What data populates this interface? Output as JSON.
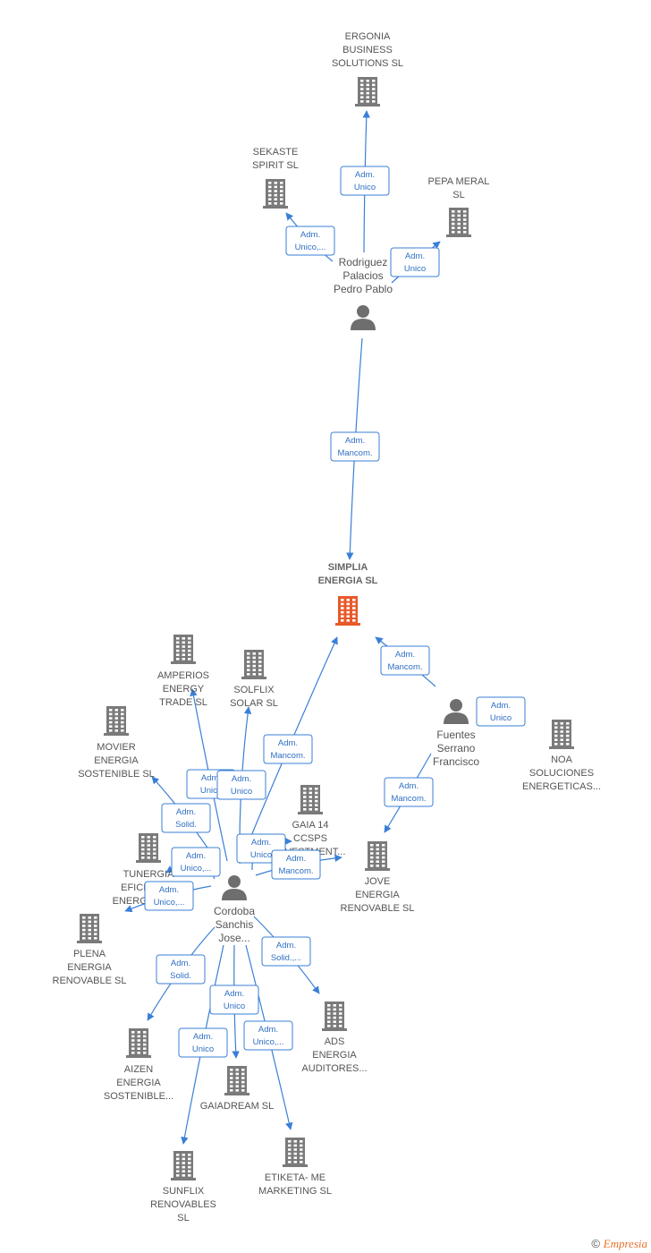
{
  "colors": {
    "company": "#7a7a7a",
    "main_company": "#e8592b",
    "person": "#6e6e6e",
    "edge": "#3a7fd6"
  },
  "nodes": [
    {
      "id": "ergonia",
      "type": "company",
      "label": [
        "ERGONIA",
        "BUSINESS",
        "SOLUTIONS SL"
      ]
    },
    {
      "id": "sekaste",
      "type": "company",
      "label": [
        "SEKASTE",
        "SPIRIT  SL"
      ]
    },
    {
      "id": "pepameral",
      "type": "company",
      "label": [
        "PEPA MERAL",
        "SL"
      ]
    },
    {
      "id": "rodriguez",
      "type": "person",
      "label": [
        "Rodriguez",
        "Palacios",
        "Pedro Pablo"
      ]
    },
    {
      "id": "simplia",
      "type": "main",
      "label": [
        "SIMPLIA",
        "ENERGIA  SL"
      ]
    },
    {
      "id": "amperios",
      "type": "company",
      "label": [
        "AMPERIOS",
        "ENERGY",
        "TRADE  SL"
      ]
    },
    {
      "id": "solflix",
      "type": "company",
      "label": [
        "SOLFLIX",
        "SOLAR  SL"
      ]
    },
    {
      "id": "movier",
      "type": "company",
      "label": [
        "MOVIER",
        "ENERGIA",
        "SOSTENIBLE  SL"
      ]
    },
    {
      "id": "fuentes",
      "type": "person",
      "label": [
        "Fuentes",
        "Serrano",
        "Francisco"
      ]
    },
    {
      "id": "noa",
      "type": "company",
      "label": [
        "NOA",
        "SOLUCIONES",
        "ENERGETICAS..."
      ]
    },
    {
      "id": "gaia",
      "type": "company",
      "label": [
        "GAIA 14",
        "CCSPS",
        "INVESTMENT..."
      ]
    },
    {
      "id": "tunergia",
      "type": "company",
      "label": [
        "TUNERGIA",
        "EFICIENCIA",
        "ENERGETICA..."
      ]
    },
    {
      "id": "jove",
      "type": "company",
      "label": [
        "JOVE",
        "ENERGIA",
        "RENOVABLE  SL"
      ]
    },
    {
      "id": "plena",
      "type": "company",
      "label": [
        "PLENA",
        "ENERGIA",
        "RENOVABLE  SL"
      ]
    },
    {
      "id": "cordoba",
      "type": "person",
      "label": [
        "Cordoba",
        "Sanchis",
        "Jose..."
      ]
    },
    {
      "id": "ads",
      "type": "company",
      "label": [
        "ADS",
        "ENERGIA",
        "AUDITORES..."
      ]
    },
    {
      "id": "aizen",
      "type": "company",
      "label": [
        "AIZEN",
        "ENERGIA",
        "SOSTENIBLE..."
      ]
    },
    {
      "id": "gaiadream",
      "type": "company",
      "label": [
        "GAIADREAM  SL"
      ]
    },
    {
      "id": "sunflix",
      "type": "company",
      "label": [
        "SUNFLIX",
        "RENOVABLES",
        "SL"
      ]
    },
    {
      "id": "etiketa",
      "type": "company",
      "label": [
        "ETIKETA- ME",
        "MARKETING  SL"
      ]
    }
  ],
  "edges": [
    {
      "from": "rodriguez",
      "to": "ergonia",
      "label": [
        "Adm.",
        "Unico"
      ]
    },
    {
      "from": "rodriguez",
      "to": "sekaste",
      "label": [
        "Adm.",
        "Unico,..."
      ]
    },
    {
      "from": "rodriguez",
      "to": "pepameral",
      "label": [
        "Adm.",
        "Unico"
      ]
    },
    {
      "from": "rodriguez",
      "to": "simplia",
      "label": [
        "Adm.",
        "Mancom."
      ]
    },
    {
      "from": "cordoba",
      "to": "simplia",
      "label": [
        "Adm.",
        "Mancom."
      ]
    },
    {
      "from": "fuentes",
      "to": "simplia",
      "label": [
        "Adm.",
        "Mancom."
      ]
    },
    {
      "from": "fuentes",
      "to": "noa",
      "label": [
        "Adm.",
        "Unico"
      ]
    },
    {
      "from": "fuentes",
      "to": "jove",
      "label": [
        "Adm.",
        "Mancom."
      ]
    },
    {
      "from": "cordoba",
      "to": "amperios",
      "label": [
        "Adm.",
        "Unico"
      ]
    },
    {
      "from": "cordoba",
      "to": "solflix",
      "label": [
        "Adm.",
        "Unico"
      ]
    },
    {
      "from": "cordoba",
      "to": "movier",
      "label": [
        "Adm.",
        "Solid."
      ]
    },
    {
      "from": "cordoba",
      "to": "gaia",
      "label": [
        "Adm.",
        "Unico"
      ]
    },
    {
      "from": "cordoba",
      "to": "tunergia",
      "label": [
        "Adm.",
        "Unico,..."
      ]
    },
    {
      "from": "cordoba",
      "to": "jove",
      "label": [
        "Adm.",
        "Mancom."
      ]
    },
    {
      "from": "cordoba",
      "to": "plena",
      "label": [
        "Adm.",
        "Unico,..."
      ]
    },
    {
      "from": "cordoba",
      "to": "ads",
      "label": [
        "Adm.",
        "Solid.,..."
      ]
    },
    {
      "from": "cordoba",
      "to": "aizen",
      "label": [
        "Adm.",
        "Solid."
      ]
    },
    {
      "from": "cordoba",
      "to": "gaiadream",
      "label": [
        "Adm.",
        "Unico"
      ]
    },
    {
      "from": "cordoba",
      "to": "sunflix",
      "label": [
        "Adm.",
        "Unico"
      ]
    },
    {
      "from": "cordoba",
      "to": "etiketa",
      "label": [
        "Adm.",
        "Unico,..."
      ]
    }
  ],
  "footer": {
    "copyright": "©",
    "brand": "Empresia"
  }
}
